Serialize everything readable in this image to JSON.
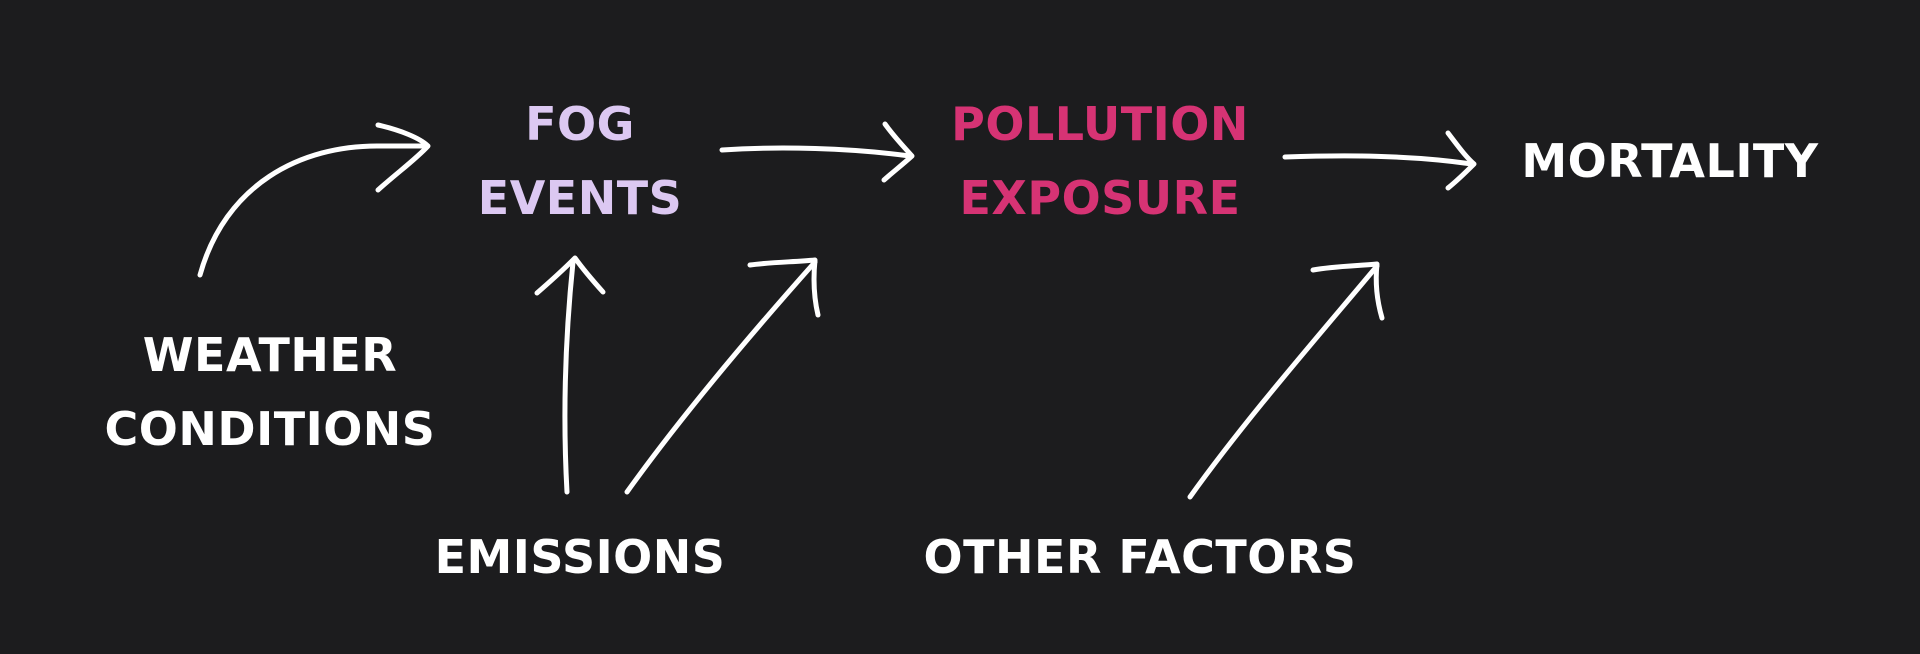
{
  "nodes": {
    "weather": {
      "line1": "WEATHER",
      "line2": "CONDITIONS"
    },
    "fog": {
      "line1": "FOG",
      "line2": "EVENTS"
    },
    "pollution": {
      "line1": "POLLUTION",
      "line2": "EXPOSURE"
    },
    "mortality": {
      "line1": "MORTALITY"
    },
    "emissions": {
      "line1": "EMISSIONS"
    },
    "other": {
      "line1": "OTHER FACTORS"
    }
  },
  "colors": {
    "background": "#1c1c1e",
    "default_text": "#ffffff",
    "fog": "#dcc8f2",
    "pollution": "#d63374",
    "arrow": "#ffffff"
  }
}
